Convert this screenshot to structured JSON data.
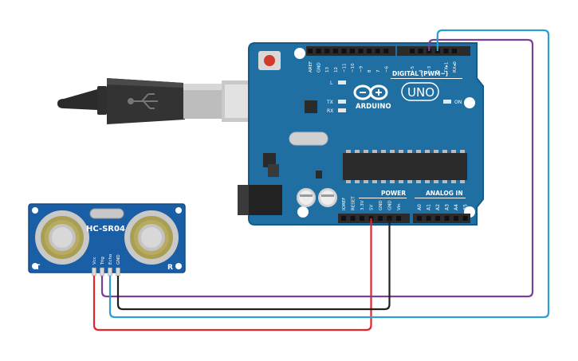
{
  "board": {
    "logo_text": "ARDUINO",
    "model_text": "UNO",
    "digital_label": "DIGITAL (PWM~)",
    "power_label": "POWER",
    "analog_label": "ANALOG IN",
    "on_label": "ON",
    "l_label": "L",
    "tx_label": "TX",
    "rx_label": "RX",
    "top_pins": [
      "AREF",
      "GND",
      "13",
      "12",
      "~11",
      "~10",
      "~9",
      "8",
      "7",
      "~6",
      "~5",
      "4",
      "~3",
      "2",
      "TX▸1",
      "RX◂0"
    ],
    "power_pins": [
      "IOREF",
      "RESET",
      "3.3V",
      "5V",
      "GND",
      "GND",
      "Vin"
    ],
    "analog_pins": [
      "A0",
      "A1",
      "A2",
      "A3",
      "A4",
      "A5"
    ]
  },
  "sensor": {
    "model": "HC-SR04",
    "left_marker": "T",
    "right_marker": "R",
    "pins": [
      "Vcc",
      "Trig",
      "Echo",
      "GND"
    ]
  },
  "wires": [
    {
      "from": "Vcc",
      "to": "5V",
      "color": "#e3262b"
    },
    {
      "from": "Trig",
      "to": "3",
      "color": "#7b3f98"
    },
    {
      "from": "Echo",
      "to": "2",
      "color": "#2b9fd4"
    },
    {
      "from": "GND",
      "to": "GND",
      "color": "#231f20"
    }
  ],
  "colors": {
    "board": "#1f6fa3",
    "board_edge": "#155a86",
    "sensor": "#1a5ea6",
    "header": "#2b2b2b"
  }
}
